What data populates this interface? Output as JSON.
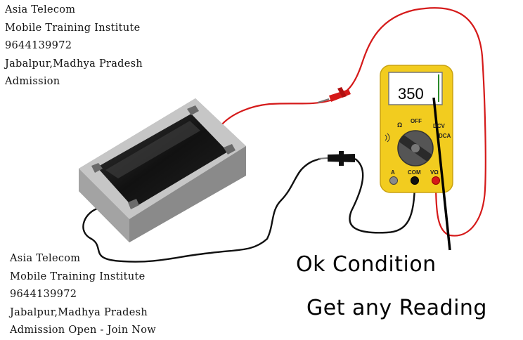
{
  "info_top": {
    "line1": "Asia Telecom",
    "line2": "Mobile Training Institute",
    "line3": "9644139972",
    "line4": "Jabalpur,Madhya Pradesh",
    "line5": "Admission"
  },
  "info_bottom": {
    "line1": "Asia Telecom",
    "line2": "Mobile Training Institute",
    "line3": "9644139972",
    "line4": "Jabalpur,Madhya Pradesh",
    "line5": "Admission Open - Join Now"
  },
  "meter": {
    "reading": "350",
    "label_off": "OFF",
    "label_ohm": "Ω",
    "label_dcv": "DCV",
    "label_dca": "DCA",
    "label_a": "A",
    "label_com": "COM",
    "label_vohm": "VΩ",
    "body_color": "#f2cc1f",
    "display_color": "#ffffff"
  },
  "captions": {
    "line1": "Ok Condition",
    "line2": "Get any Reading"
  },
  "colors": {
    "red_probe": "#d51a1a",
    "black_probe": "#111111",
    "resistor_body": "#b8b8b8",
    "resistor_top": "#161616"
  }
}
